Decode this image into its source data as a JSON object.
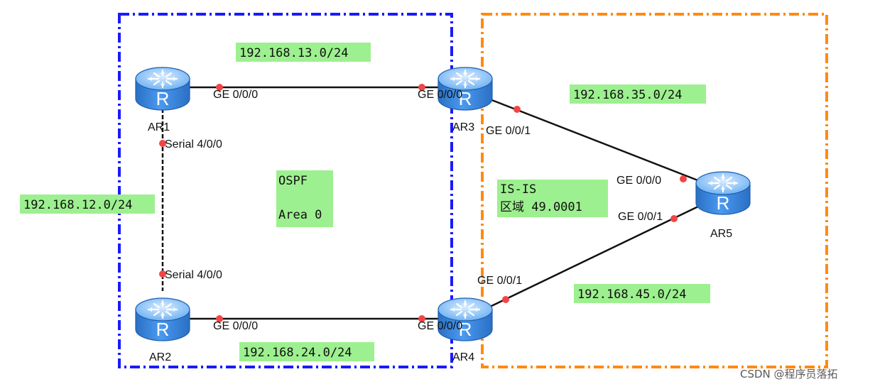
{
  "colors": {
    "ospf_border": "#1a1aff",
    "isis_border": "#ff8a12",
    "label_bg": "#9df08f",
    "link": "#111111",
    "port_dot": "#f24545",
    "router_body": "#3f8fe2",
    "router_top": "#9fd0ff"
  },
  "routers": {
    "ar1": {
      "name": "AR1",
      "icon_letter": "R"
    },
    "ar2": {
      "name": "AR2",
      "icon_letter": "R"
    },
    "ar3": {
      "name": "AR3",
      "icon_letter": "R"
    },
    "ar4": {
      "name": "AR4",
      "icon_letter": "R"
    },
    "ar5": {
      "name": "AR5",
      "icon_letter": "R"
    }
  },
  "subnets": {
    "ar1_ar3": "192.168.13.0/24",
    "ar1_ar2": "192.168.12.0/24",
    "ar2_ar4": "192.168.24.0/24",
    "ar3_ar5": "192.168.35.0/24",
    "ar4_ar5": "192.168.45.0/24"
  },
  "interfaces": {
    "ar1_ge": "GE 0/0/0",
    "ar1_serial": "Serial 4/0/0",
    "ar2_serial": "Serial 4/0/0",
    "ar2_ge": "GE 0/0/0",
    "ar3_ge0": "GE 0/0/0",
    "ar3_ge1": "GE 0/0/1",
    "ar4_ge0": "GE 0/0/0",
    "ar4_ge1": "GE 0/0/1",
    "ar5_ge0": "GE 0/0/0",
    "ar5_ge1": "GE 0/0/1"
  },
  "areas": {
    "ospf": {
      "line1": "OSPF",
      "line2": "Area 0"
    },
    "isis": {
      "line1": "IS-IS",
      "line2": "区域 49.0001"
    }
  },
  "watermark": "CSDN @程序员落拓"
}
